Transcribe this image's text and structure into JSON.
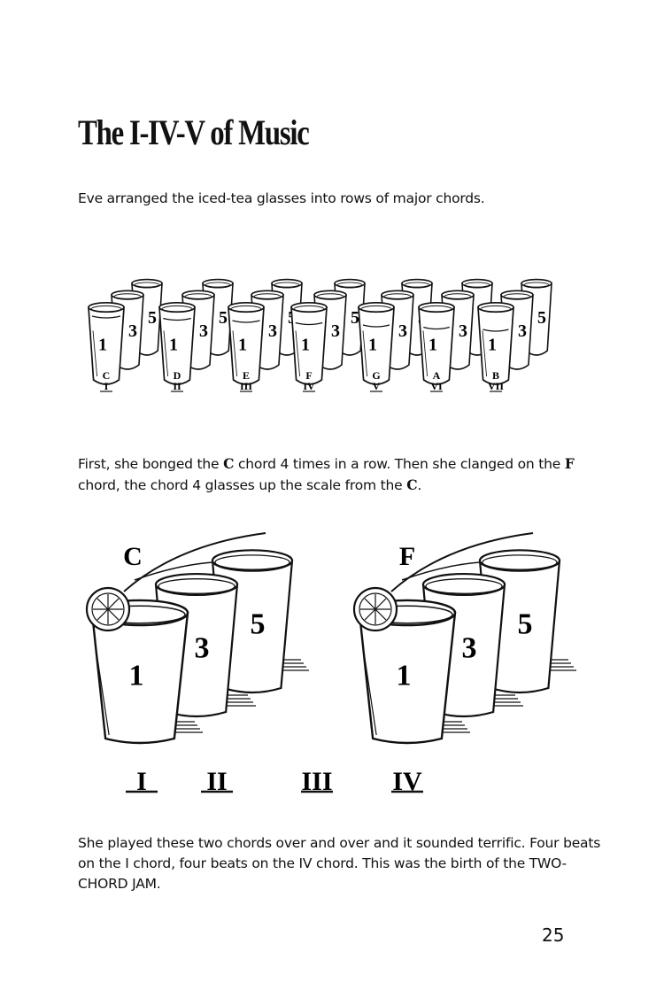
{
  "title": "The I-IV-V of Music",
  "paragraph1": "Eve arranged the iced-tea glasses into rows of major chords.",
  "paragraph2": {
    "part1": "First, she bonged the ",
    "bold1": "C",
    "part2": " chord 4 times in a row. Then she clanged on the ",
    "bold2": "F",
    "part3": " chord, the chord 4 glasses up the scale from the ",
    "bold3": "C",
    "part4": "."
  },
  "paragraph3": "She played these two chords over and over and it sounded terrific. Four beats on the I chord, four beats on the IV chord. This was the birth of the TWO-CHORD JAM.",
  "glass_numbers": [
    "1",
    "3",
    "5"
  ],
  "chord_row": [
    {
      "note": "C",
      "numeral": "I"
    },
    {
      "note": "D",
      "numeral": "II"
    },
    {
      "note": "E",
      "numeral": "III"
    },
    {
      "note": "F",
      "numeral": "IV"
    },
    {
      "note": "G",
      "numeral": "V"
    },
    {
      "note": "A",
      "numeral": "VI"
    },
    {
      "note": "B",
      "numeral": "VII"
    }
  ],
  "big_chords": [
    {
      "note": "C"
    },
    {
      "note": "F"
    }
  ],
  "big_numerals": [
    "I",
    "II",
    "III",
    "IV"
  ],
  "page_number": "25"
}
